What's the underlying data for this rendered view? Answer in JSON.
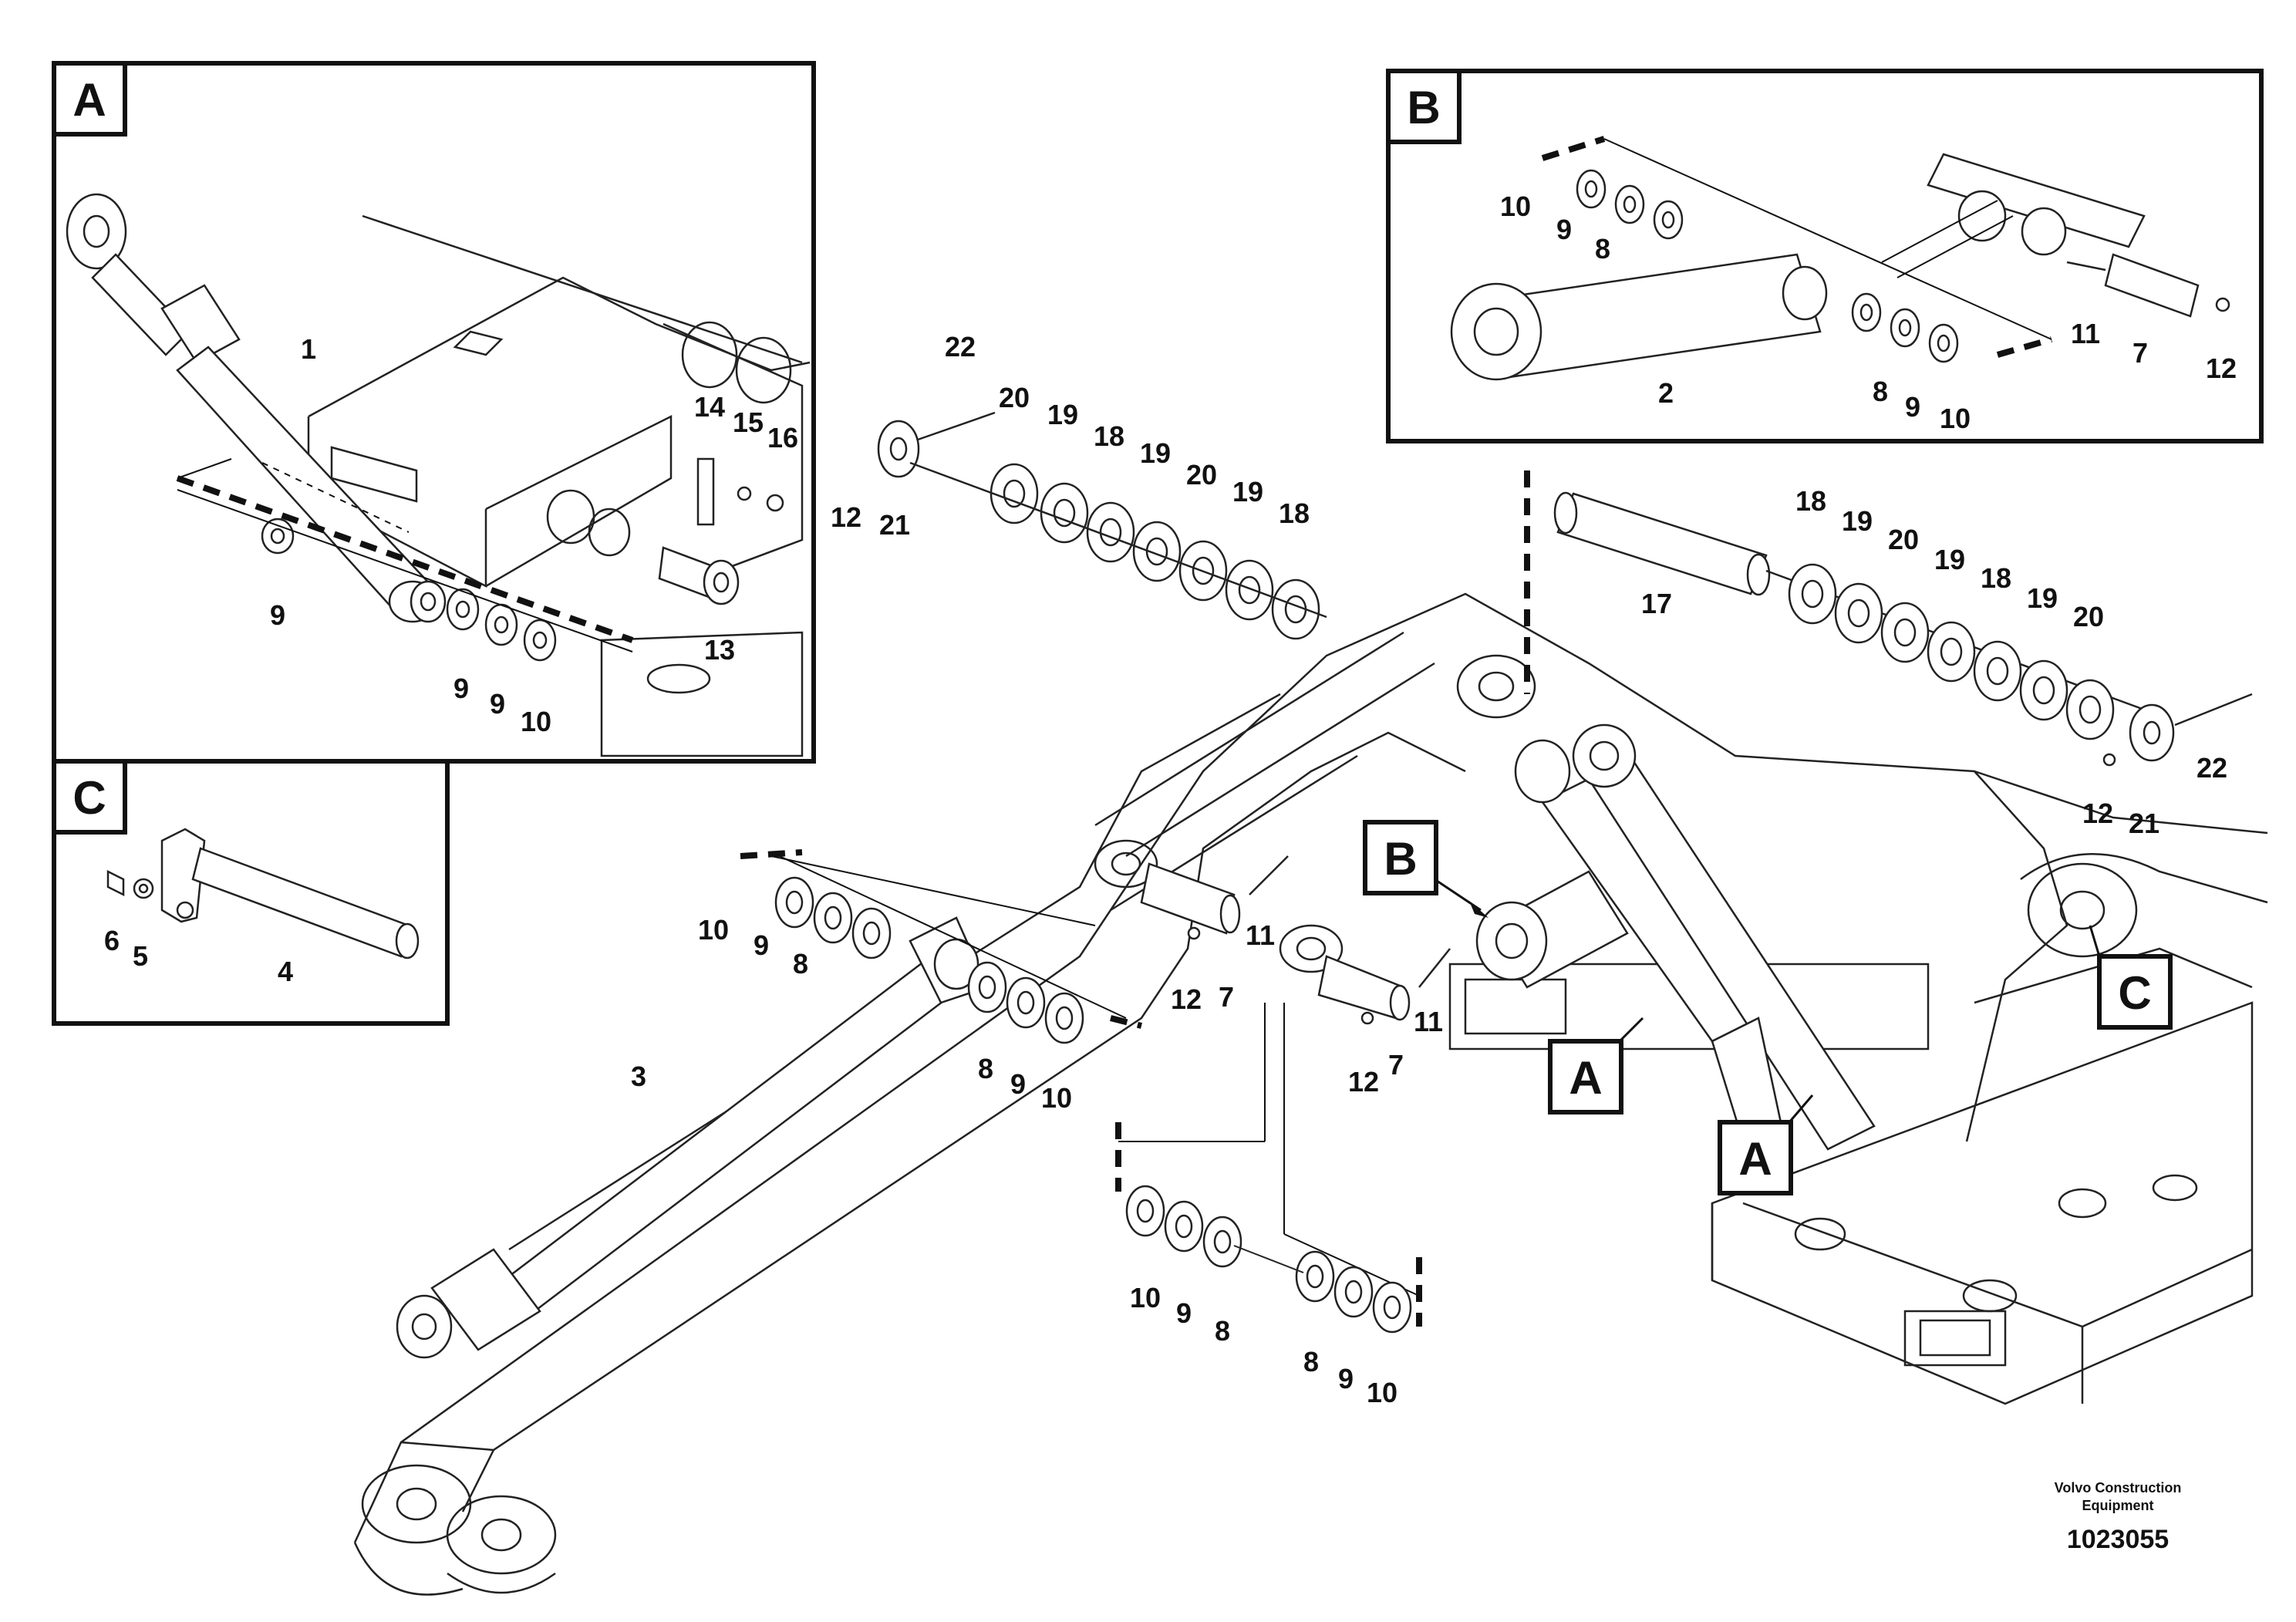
{
  "insets": {
    "a": {
      "letter": "A"
    },
    "b": {
      "letter": "B"
    },
    "c": {
      "letter": "C"
    }
  },
  "callouts": {
    "b_main": "B",
    "c_main": "C",
    "a_main_1": "A",
    "a_main_2": "A"
  },
  "footer": {
    "company_line1": "Volvo Construction",
    "company_line2": "Equipment",
    "doc_number": "1023055"
  },
  "part_numbers": {
    "a_1": "1",
    "a_14": "14",
    "a_15": "15",
    "a_16": "16",
    "a_13": "13",
    "a_9a": "9",
    "a_9b": "9",
    "a_9c": "9",
    "a_10": "10",
    "b_10a": "10",
    "b_9a": "9",
    "b_8a": "8",
    "b_2": "2",
    "b_8b": "8",
    "b_9b": "9",
    "b_10b": "10",
    "b_11": "11",
    "b_7": "7",
    "b_12": "12",
    "c_6": "6",
    "c_5": "5",
    "c_4": "4",
    "m_22a": "22",
    "m_12a": "12",
    "m_21a": "21",
    "m_20a": "20",
    "m_19a": "19",
    "m_18a": "18",
    "m_19b": "19",
    "m_20b": "20",
    "m_19c": "19",
    "m_18b": "18",
    "m_17": "17",
    "m_18c": "18",
    "m_19d": "19",
    "m_20c": "20",
    "m_19e": "19",
    "m_18d": "18",
    "m_19f": "19",
    "m_20d": "20",
    "m_22b": "22",
    "m_12b": "12",
    "m_21b": "21",
    "m_10a": "10",
    "m_9a": "9",
    "m_8a": "8",
    "m_3": "3",
    "m_8b": "8",
    "m_9b": "9",
    "m_10b": "10",
    "m_11a": "11",
    "m_7a": "7",
    "m_12c": "12",
    "m_11b": "11",
    "m_12d": "12",
    "m_7b": "7",
    "m_10c": "10",
    "m_9c": "9",
    "m_8c": "8",
    "m_8d": "8",
    "m_9d": "9",
    "m_10d": "10"
  }
}
